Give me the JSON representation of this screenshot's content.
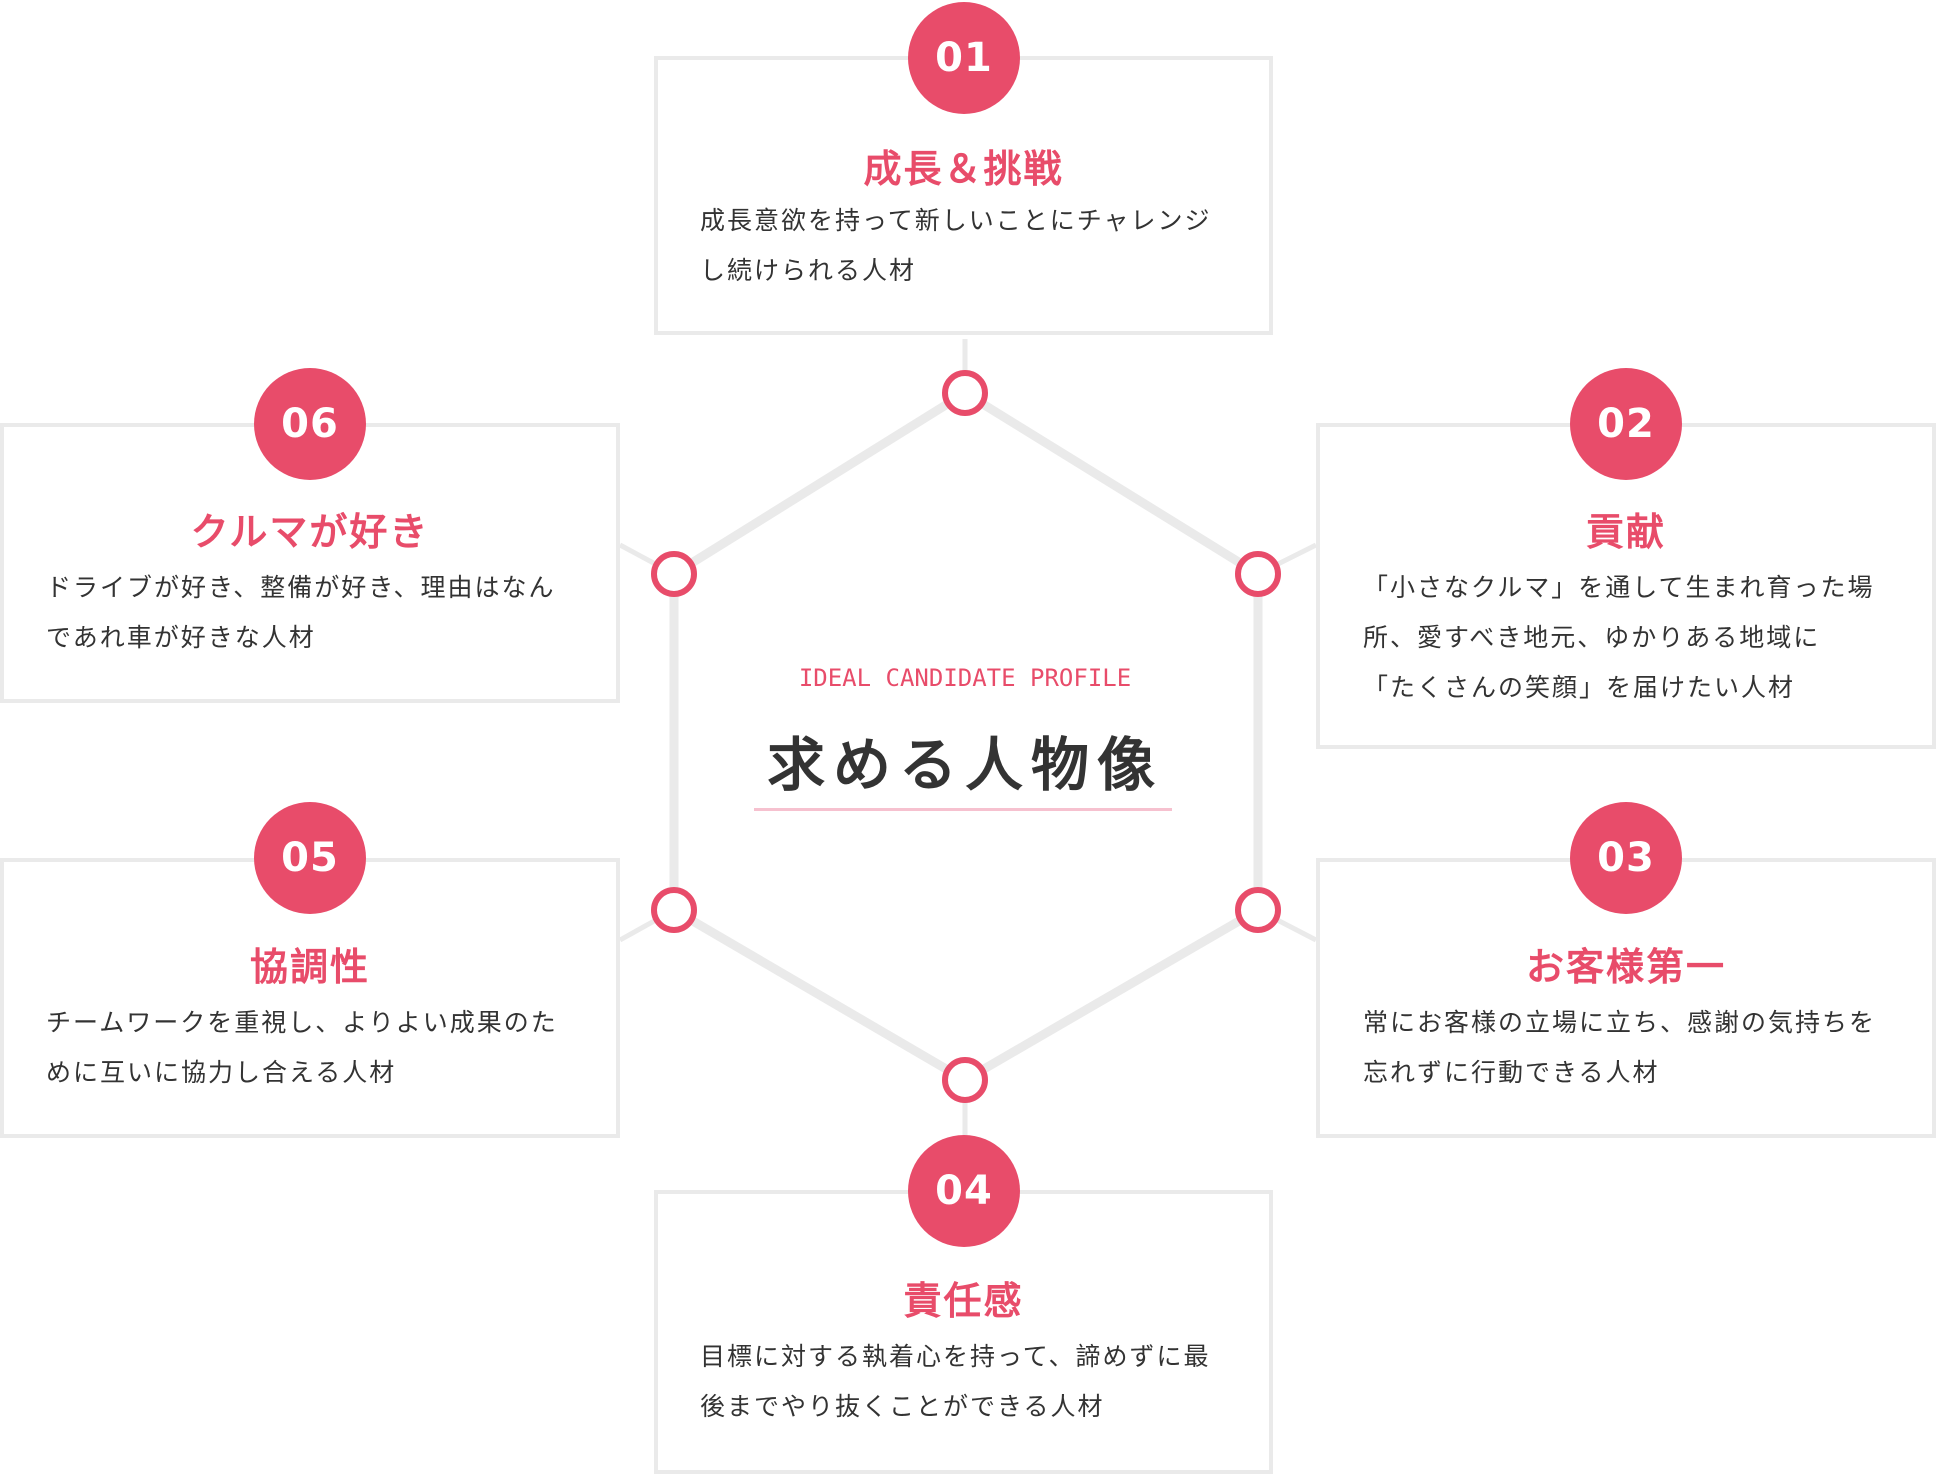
{
  "colors": {
    "accent": "#e84c6a",
    "frame": "#eaeaea",
    "text": "#333333",
    "underline": "#f6c1cf"
  },
  "center": {
    "subtitle": "IDEAL CANDIDATE PROFILE",
    "title": "求める人物像"
  },
  "traits": [
    {
      "number": "01",
      "title": "成長＆挑戦",
      "lines": [
        "成長意欲を持って新しいことにチャレンジ",
        "し続けられる人材"
      ]
    },
    {
      "number": "02",
      "title": "貢献",
      "lines": [
        "「小さなクルマ」を通して生まれ育った場",
        "所、愛すべき地元、ゆかりある地域に",
        "「たくさんの笑顔」を届けたい人材"
      ]
    },
    {
      "number": "03",
      "title": "お客様第一",
      "lines": [
        "常にお客様の立場に立ち、感謝の気持ちを",
        "忘れずに行動できる人材"
      ]
    },
    {
      "number": "04",
      "title": "責任感",
      "lines": [
        "目標に対する執着心を持って、諦めずに最",
        "後までやり抜くことができる人材"
      ]
    },
    {
      "number": "05",
      "title": "協調性",
      "lines": [
        "チームワークを重視し、よりよい成果のた",
        "めに互いに協力し合える人材"
      ]
    },
    {
      "number": "06",
      "title": "クルマが好き",
      "lines": [
        "ドライブが好き、整備が好き、理由はなん",
        "であれ車が好きな人材"
      ]
    }
  ]
}
